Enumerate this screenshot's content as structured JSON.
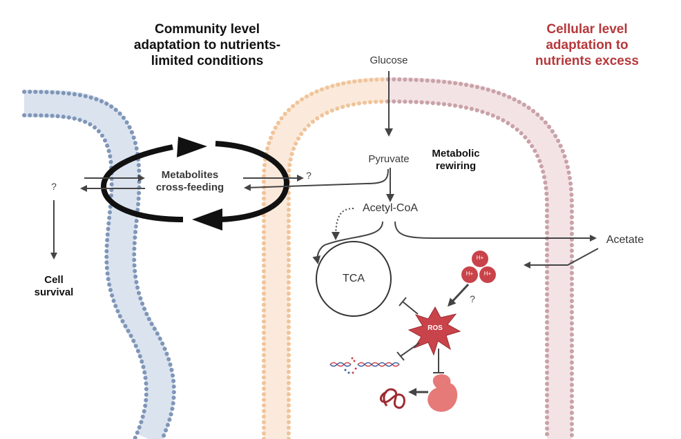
{
  "titles": {
    "community": [
      "Community level",
      "adaptation to nutrients-",
      "limited conditions"
    ],
    "cellular": [
      "Cellular level",
      "adaptation to",
      "nutrients excess"
    ]
  },
  "labels": {
    "glucose": "Glucose",
    "pyruvate": "Pyruvate",
    "acetyl_coa": "Acetyl-CoA",
    "tca": "TCA",
    "acetate": "Acetate",
    "metabolic_rewiring": [
      "Metabolic",
      "rewiring"
    ],
    "cross_feeding": [
      "Metabolites",
      "cross-feeding"
    ],
    "cell_survival": [
      "Cell",
      "survival"
    ],
    "ros": "ROS",
    "proton": "H+",
    "question": "?"
  },
  "colors": {
    "community_membrane": "#7f96b8",
    "cellular_membrane_left": "#f0c49a",
    "cellular_membrane_right": "#c9a2a8",
    "accent_red": "#b5383a",
    "ros_fill": "#c9434a",
    "proton_fill": "#c9434a",
    "protein_fill": "#e57a78",
    "arrow": "#444444"
  }
}
